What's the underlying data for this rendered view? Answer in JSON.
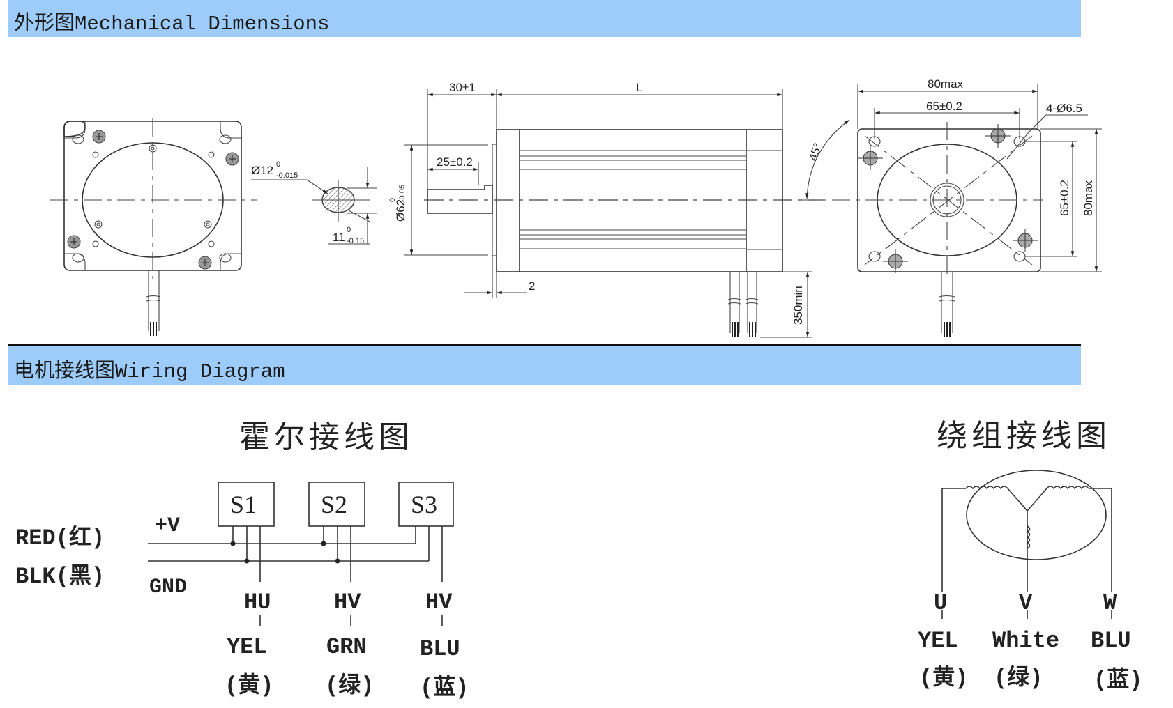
{
  "sections": {
    "mechanical": {
      "title": "外形图Mechanical Dimensions"
    },
    "wiring": {
      "title": "电机接线图Wiring Diagram"
    }
  },
  "mechanical_drawing": {
    "shaft_diameter": {
      "base": "Ø12",
      "upper_tol": "0",
      "lower_tol": "-0.015"
    },
    "shaft_flat": {
      "base": "11",
      "upper_tol": "0",
      "lower_tol": "-0.15"
    },
    "pilot_diameter": {
      "base": "Ø62",
      "upper_tol": "0",
      "lower_tol": "-0.05"
    },
    "shaft_length": "30±1",
    "key_length": "25±0.2",
    "body_length": "L",
    "flange_step": "2",
    "cable_length": "350min",
    "angle": "45°",
    "flange_width": "80max",
    "hole_spacing": "65±0.2",
    "mount_holes": "4-Ø6.5",
    "hole_spacing_vertical": "65±0.2",
    "flange_height": "80max"
  },
  "hall_diagram": {
    "title": "霍尔接线图",
    "sensors": [
      "S1",
      "S2",
      "S3"
    ],
    "power_wires": [
      {
        "label": "RED(红)",
        "signal": "+V"
      },
      {
        "label": "BLK(黑)",
        "signal": "GND"
      }
    ],
    "outputs": [
      {
        "signal": "HU",
        "color": "YEL",
        "color_cn": "(黄)"
      },
      {
        "signal": "HV",
        "color": "GRN",
        "color_cn": "(绿)"
      },
      {
        "signal": "HV",
        "color": "BLU",
        "color_cn": "(蓝)"
      }
    ]
  },
  "winding_diagram": {
    "title": "绕组接线图",
    "phases": [
      {
        "phase": "U",
        "color": "YEL",
        "color_cn": "(黄)"
      },
      {
        "phase": "V",
        "color": "White",
        "color_cn": "(绿)"
      },
      {
        "phase": "W",
        "color": "BLU",
        "color_cn": "(蓝)"
      }
    ]
  },
  "colors": {
    "banner": "#9dccfb",
    "line": "#333333"
  }
}
